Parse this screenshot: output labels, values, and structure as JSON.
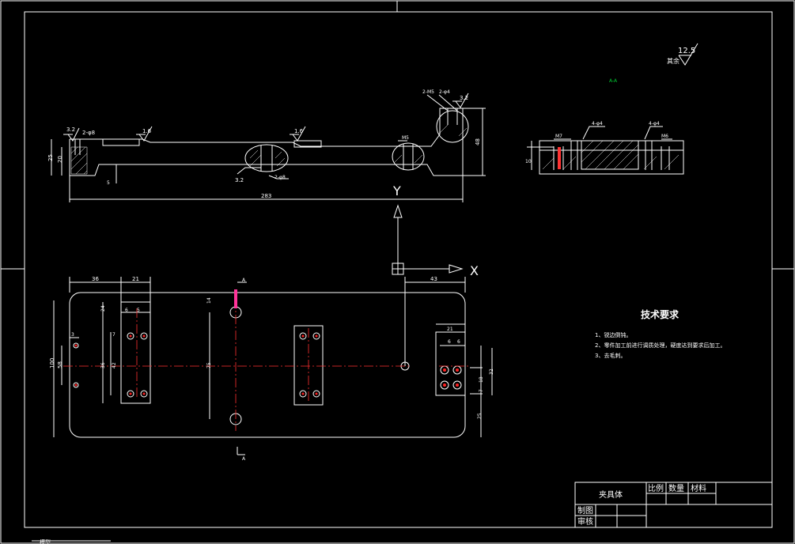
{
  "drawing": {
    "roughness": {
      "value": "12.5",
      "note": "其余"
    },
    "section_mark": "A-A",
    "axes": {
      "x": "X",
      "y": "Y"
    },
    "tech_req": {
      "title": "技术要求",
      "items": [
        "1、锐边倒钝。",
        "2、零件加工前进行调质处理，硬度达到要求后加工。",
        "3、去毛刺。"
      ]
    },
    "top_view": {
      "dims": {
        "overall_length": "283",
        "height_left": "25",
        "height_left2": "20",
        "height_right": "48",
        "step": "5",
        "note_left": "2-φ8",
        "note_left_rough": "3.2",
        "note_mid_rough": "3.2",
        "note_mid_hole": "2-φ8",
        "rough_16a": "1.6",
        "rough_16b": "1.6",
        "rough_right": "3.2",
        "note_right1": "2-M5",
        "note_right2": "2-φ4",
        "hole_m5": "M5"
      }
    },
    "side_view": {
      "dims": {
        "d1": "4-φ4",
        "d2": "4-φ4",
        "d3": "M7",
        "d4": "M6",
        "d5": "10"
      }
    },
    "plan_view": {
      "dims": {
        "left_offset": "36",
        "block_w": "21",
        "right_offset": "43",
        "h_24": "24",
        "h_6a": "6",
        "h_5": "5",
        "h_7": "7",
        "h_36": "36",
        "h_42": "42",
        "h_100": "100",
        "h_58": "58",
        "h_3": "3",
        "h_14": "14",
        "h_75": "75",
        "r_21": "21",
        "r_6": "6",
        "r_6b": "6",
        "r_18": "18",
        "r_7": "7",
        "r_32": "32",
        "r_25": "25",
        "sec_a_top": "A",
        "sec_a_bot": "A"
      }
    },
    "title_block": {
      "part_name": "夹具体",
      "scale_label": "比例",
      "qty_label": "数量",
      "material_label": "材料",
      "drawn_label": "制图",
      "checked_label": "审核"
    },
    "tab": "模型"
  }
}
